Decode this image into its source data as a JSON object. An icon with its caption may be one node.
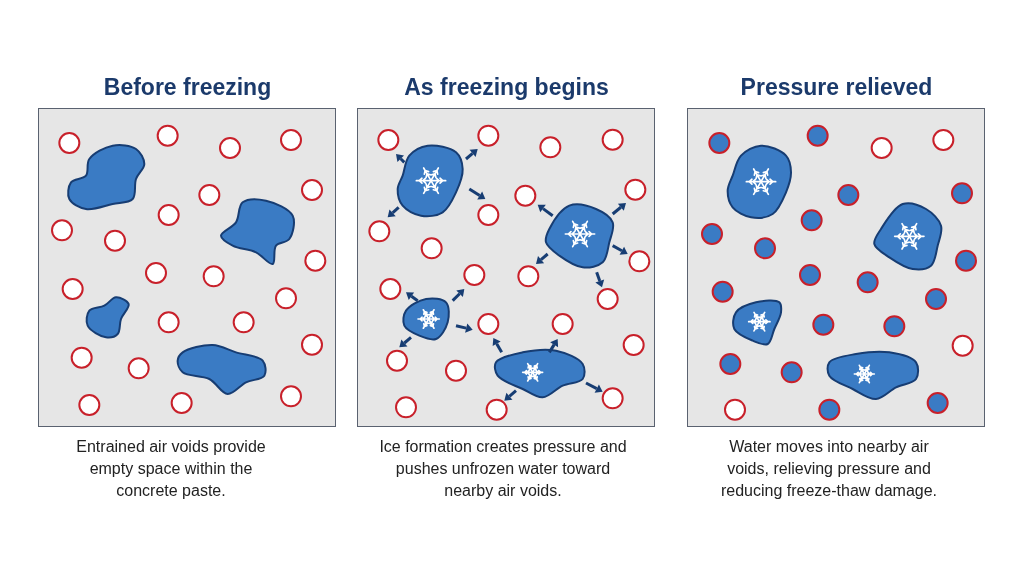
{
  "diagram": {
    "nodes": [
      {
        "text": [
          "Before freezing"
        ],
        "beside": [
          "Entrained air voids provide empty space within the concrete paste."
        ]
      },
      {
        "text": [
          "As freezing begins"
        ],
        "beside": [
          "Ice formation creates pressure and pushes unfrozen water toward nearby air voids."
        ]
      },
      {
        "text": [
          "Pressure relieved"
        ],
        "beside": [
          "Water moves into nearby air voids, relieving pressure and reducing freeze-thaw damage."
        ]
      }
    ]
  }
}
